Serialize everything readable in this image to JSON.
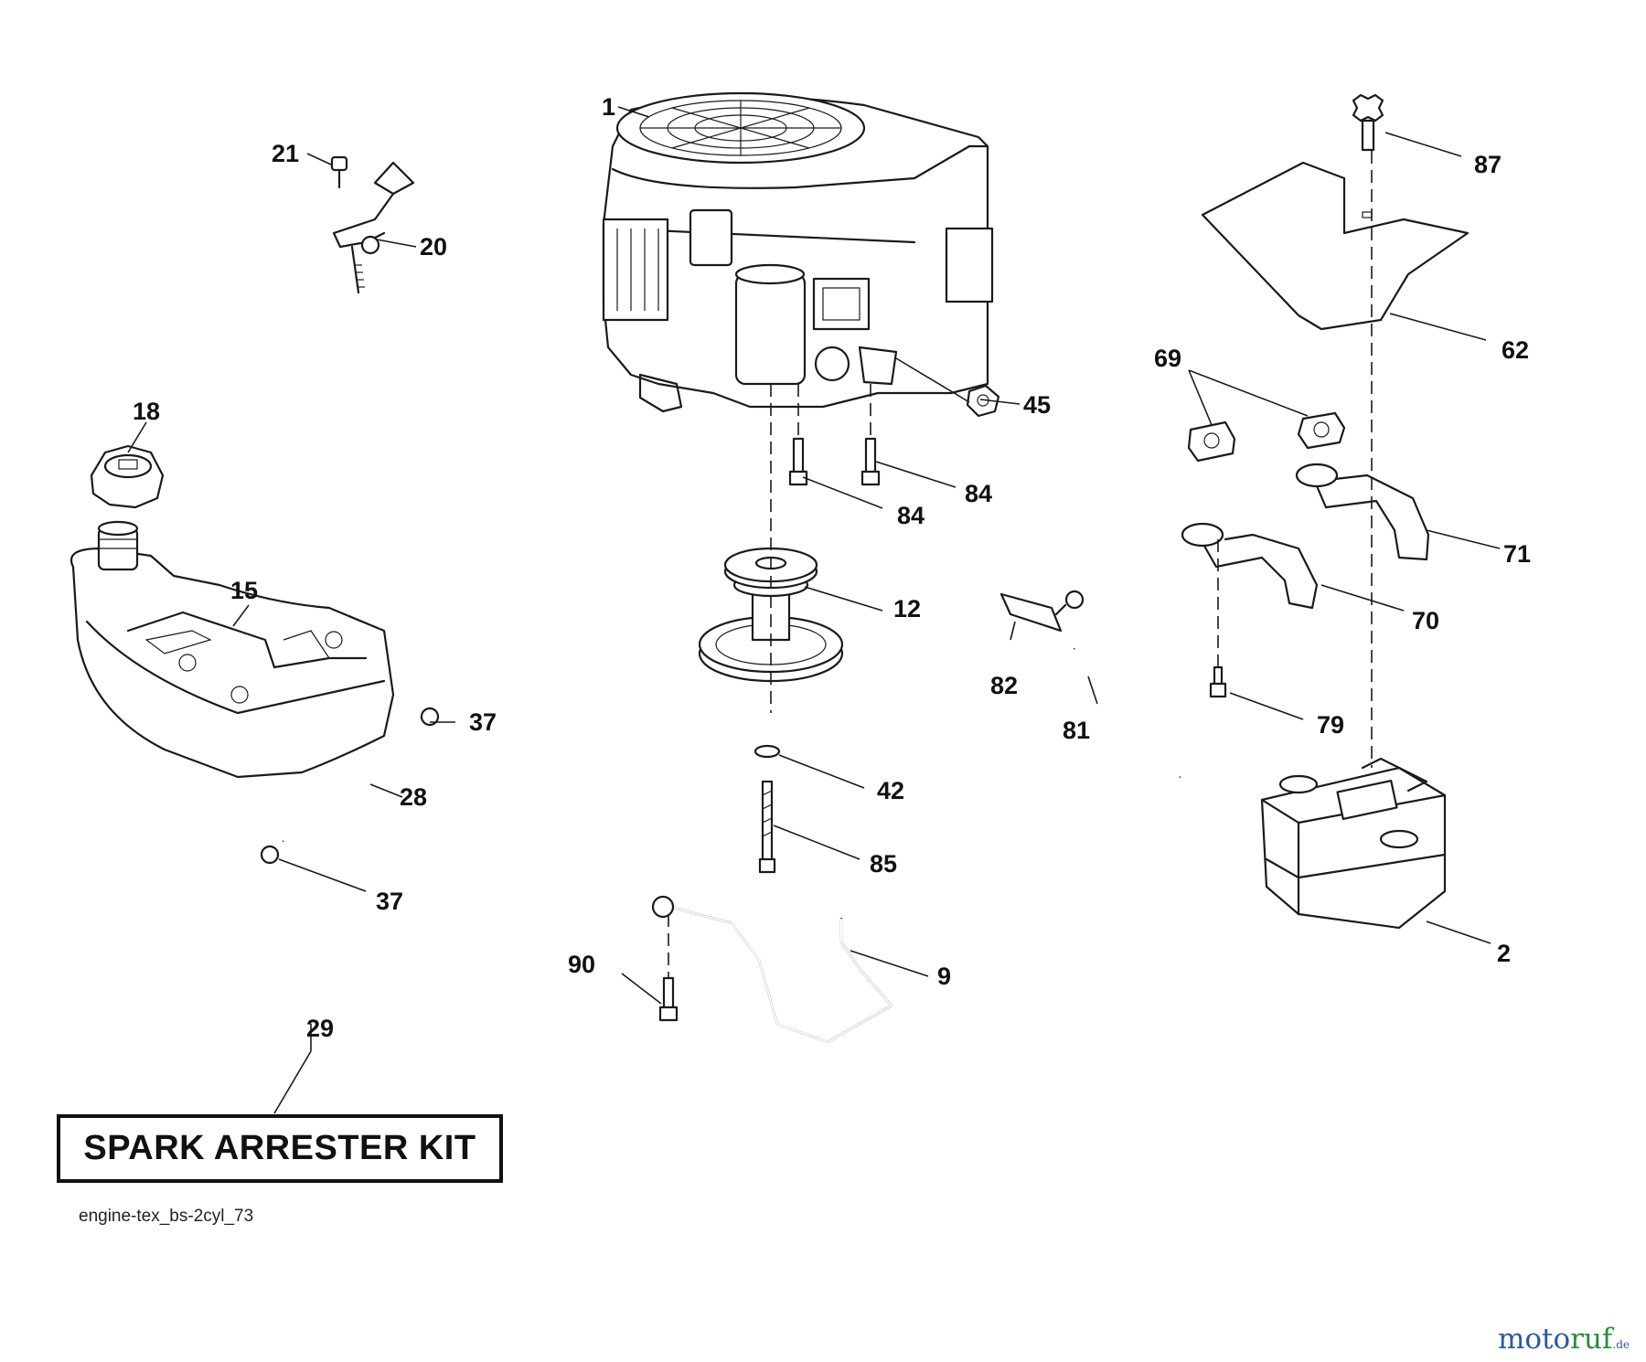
{
  "diagram": {
    "callouts": [
      "1",
      "2",
      "9",
      "12",
      "15",
      "18",
      "20",
      "21",
      "28",
      "29",
      "37",
      "37",
      "42",
      "45",
      "62",
      "69",
      "70",
      "71",
      "79",
      "81",
      "82",
      "84",
      "84",
      "85",
      "87",
      "90"
    ],
    "kit_label": "SPARK ARRESTER KIT",
    "file_id": "engine-tex_bs-2cyl_73"
  },
  "watermark": {
    "brand_part1": "moto",
    "brand_part2": "ruf",
    "tld": ".de",
    "colors": {
      "moto": "#2a5aa0",
      "ruf": "#2e8b3a"
    }
  }
}
